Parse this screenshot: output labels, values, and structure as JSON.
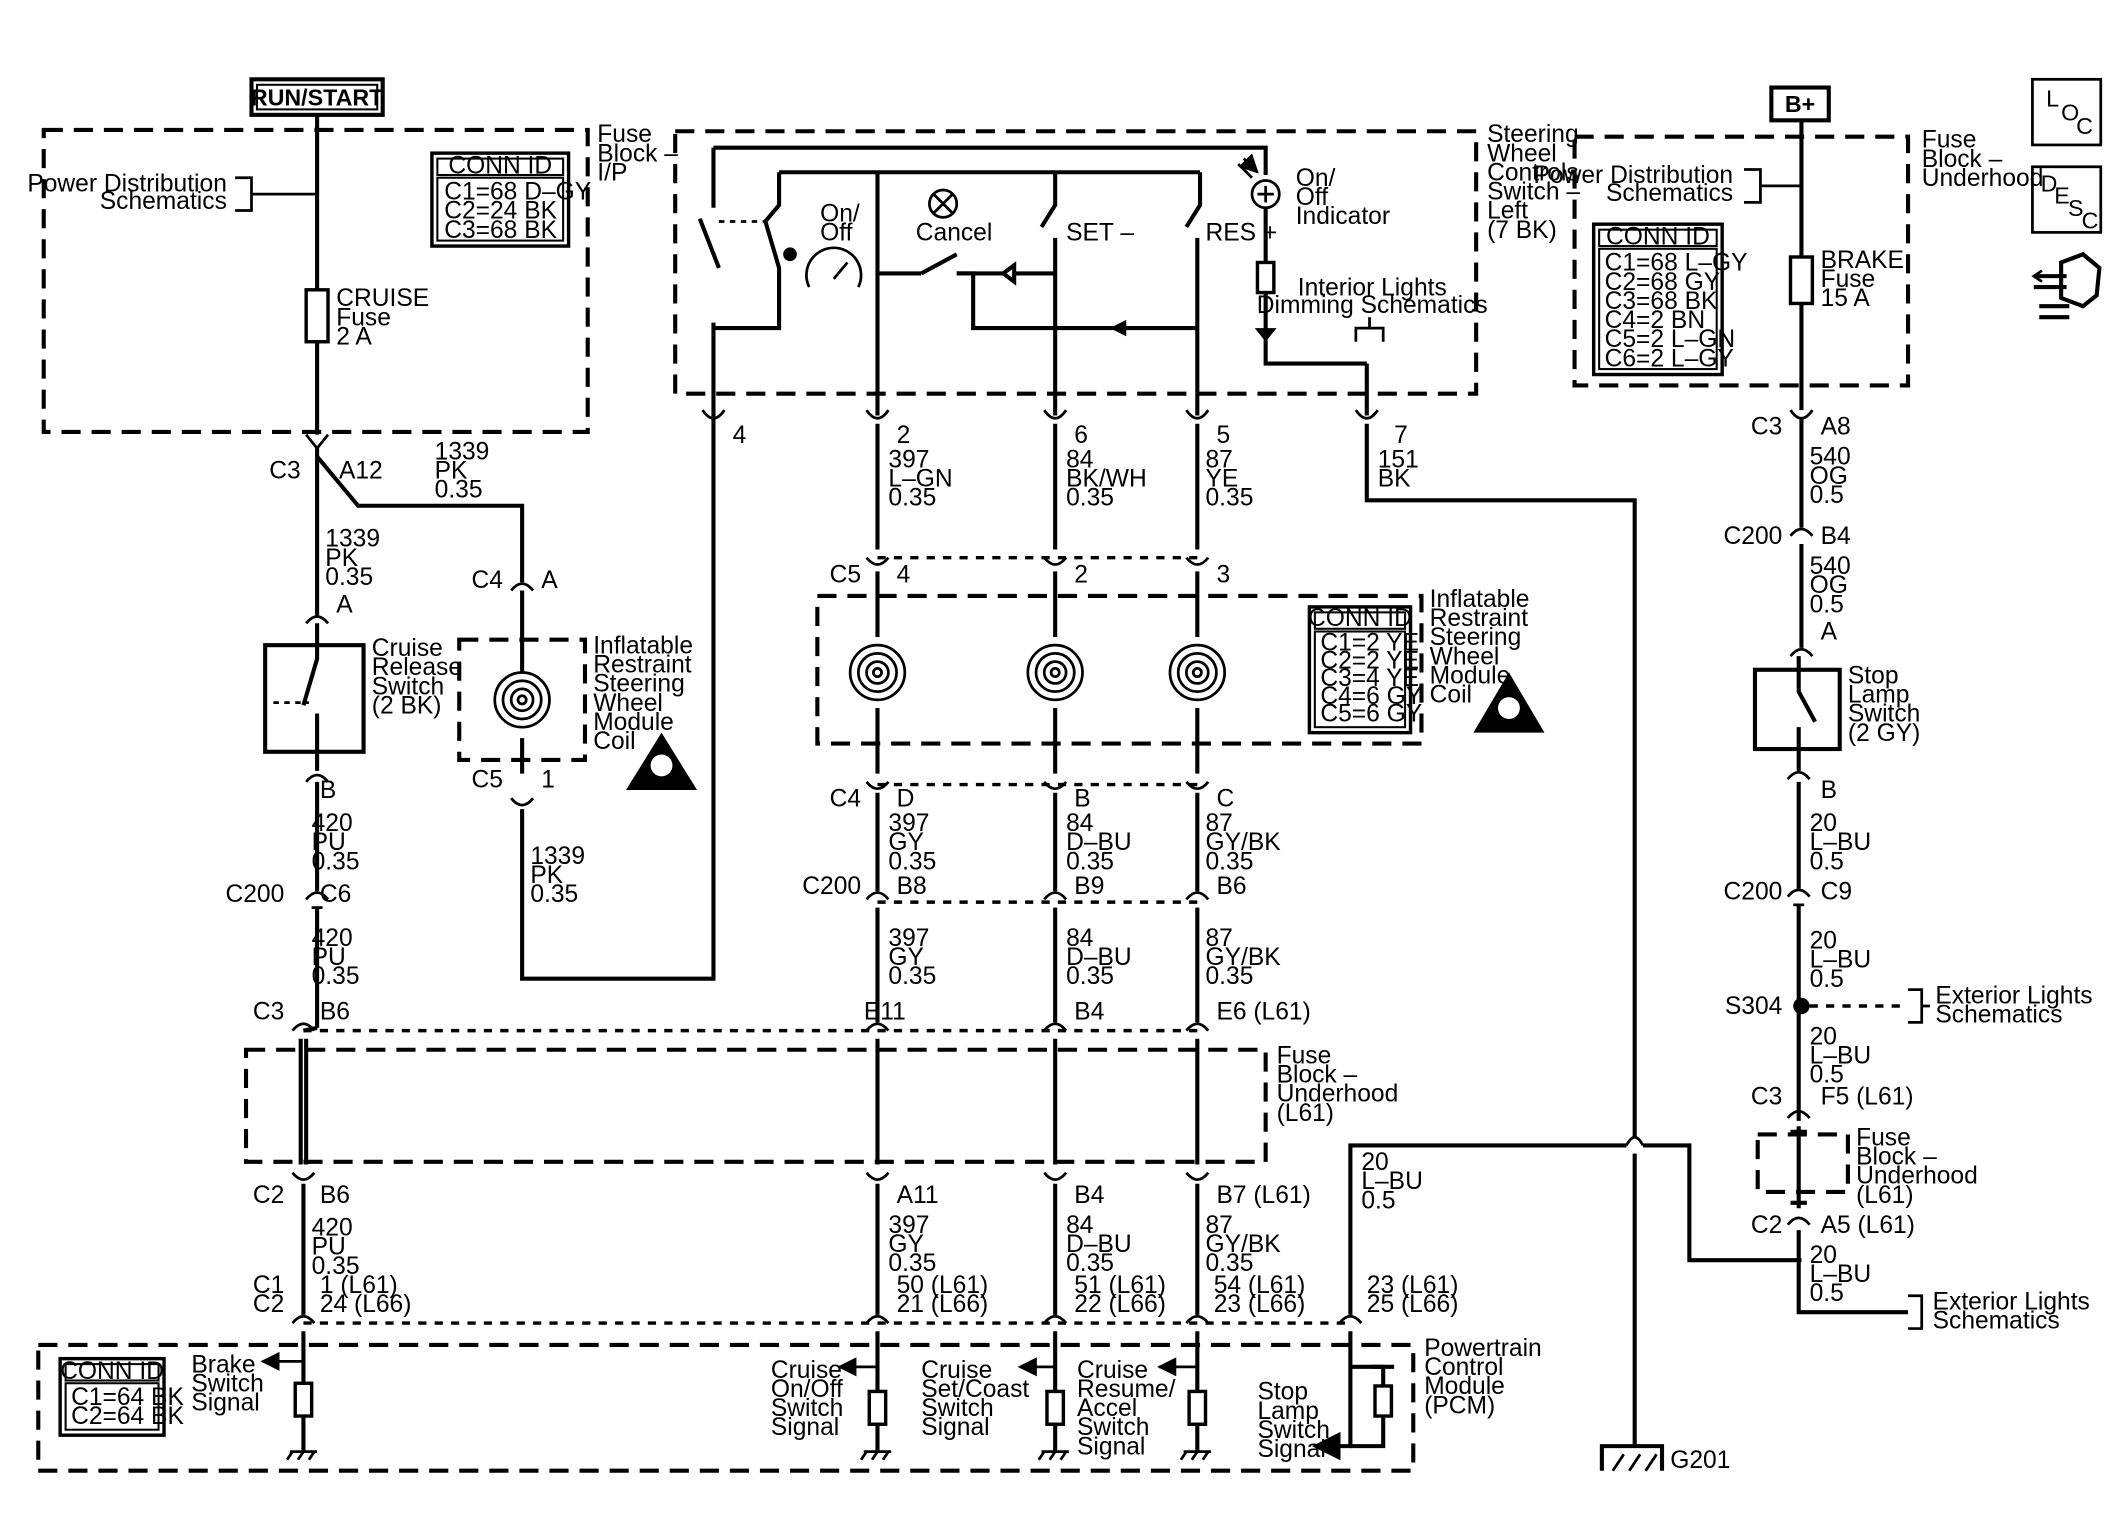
{
  "power": {
    "run_start": "RUN/START",
    "b_plus": "B+"
  },
  "icons": {
    "loc": [
      "L",
      "O",
      "C"
    ],
    "desc": [
      "D",
      "E",
      "S",
      "C"
    ]
  },
  "fuse_block_ip": {
    "line1": "Fuse",
    "line2": "Block –",
    "line3": "I/P"
  },
  "fuse_block_underhood_top": {
    "line1": "Fuse",
    "line2": "Block –",
    "line3": "Underhood"
  },
  "power_distribution": {
    "line1": "Power Distribution",
    "line2": "Schematics"
  },
  "conn_ip": {
    "title": "CONN ID",
    "rows": [
      "C1=68 D–GY",
      "C2=24 BK",
      "C3=68 BK"
    ]
  },
  "conn_underhood": {
    "title": "CONN ID",
    "rows": [
      "C1=68 L–GY",
      "C2=68 GY",
      "C3=68 BK",
      "C4=2 BN",
      "C5=2 L–GN",
      "C6=2 L–GY"
    ]
  },
  "conn_coil": {
    "title": "CONN ID",
    "rows": [
      "C1=2 YE",
      "C2=2 YE",
      "C3=4 YE",
      "C4=6 GY",
      "C5=6 GY"
    ]
  },
  "conn_pcm": {
    "title": "CONN ID",
    "rows": [
      "C1=64 BK",
      "C2=64 BK"
    ]
  },
  "cruise_fuse": {
    "line1": "CRUISE",
    "line2": "Fuse",
    "line3": "2 A"
  },
  "brake_fuse": {
    "line1": "BRAKE",
    "line2": "Fuse",
    "line3": "15 A"
  },
  "steering_switch": {
    "line1": "Steering",
    "line2": "Wheel",
    "line3": "Controls",
    "line4": "Switch –",
    "line5": "Left",
    "line6": "(7 BK)"
  },
  "switch_labels": {
    "onoff1": "On/",
    "onoff2": "Off",
    "cancel": "Cancel",
    "set": "SET –",
    "res": "RES +",
    "ind1": "On/",
    "ind2": "Off",
    "ind3": "Indicator",
    "dim1": "Interior Lights",
    "dim2": "Dimming Schematics"
  },
  "pins": {
    "p4": "4",
    "p2": "2",
    "p6": "6",
    "p5": "5",
    "p7": "7"
  },
  "wires": {
    "w397lgn": [
      "397",
      "L–GN",
      "0.35"
    ],
    "w84bkwh": [
      "84",
      "BK/WH",
      "0.35"
    ],
    "w87ye": [
      "87",
      "YE",
      "0.35"
    ],
    "w151bk": [
      "151",
      "BK"
    ],
    "w1339a": [
      "1339",
      "PK",
      "0.35"
    ],
    "w1339b": [
      "1339",
      "PK",
      "0.35"
    ],
    "w1339c": [
      "1339",
      "PK",
      "0.35"
    ],
    "w420a": [
      "420",
      "PU",
      "0.35"
    ],
    "w420b": [
      "420",
      "PU",
      "0.35"
    ],
    "w420c": [
      "420",
      "PU",
      "0.35"
    ],
    "w397gy1": [
      "397",
      "GY",
      "0.35"
    ],
    "w397gy2": [
      "397",
      "GY",
      "0.35"
    ],
    "w397gy3": [
      "397",
      "GY",
      "0.35"
    ],
    "w84dbu1": [
      "84",
      "D–BU",
      "0.35"
    ],
    "w84dbu2": [
      "84",
      "D–BU",
      "0.35"
    ],
    "w84dbu3": [
      "84",
      "D–BU",
      "0.35"
    ],
    "w87gybk1": [
      "87",
      "GY/BK",
      "0.35"
    ],
    "w87gybk2": [
      "87",
      "GY/BK",
      "0.35"
    ],
    "w87gybk3": [
      "87",
      "GY/BK",
      "0.35"
    ],
    "w540a": [
      "540",
      "OG",
      "0.5"
    ],
    "w540b": [
      "540",
      "OG",
      "0.5"
    ],
    "w20a": [
      "20",
      "L–BU",
      "0.5"
    ],
    "w20b": [
      "20",
      "L–BU",
      "0.5"
    ],
    "w20c": [
      "20",
      "L–BU",
      "0.5"
    ],
    "w20d": [
      "20",
      "L–BU",
      "0.5"
    ],
    "w20e": [
      "20",
      "L–BU",
      "0.5"
    ]
  },
  "connectors": {
    "c3a12": [
      "C3",
      "A12"
    ],
    "c4a": [
      "C4",
      "A"
    ],
    "c5_1": [
      "C5",
      "1"
    ],
    "sw_a": "A",
    "sw_b": "B",
    "c200c6": [
      "C200",
      "C6"
    ],
    "c3b6": [
      "C3",
      "B6"
    ],
    "c2b6": [
      "C2",
      "B6"
    ],
    "c1c2": [
      "C1",
      "C2"
    ],
    "pcm1": [
      "1 (L61)",
      "24 (L66)"
    ],
    "c5row": [
      "C5",
      "4",
      "2",
      "3"
    ],
    "c4row": [
      "C4",
      "D",
      "B",
      "C"
    ],
    "c200row": [
      "C200",
      "B8",
      "B9",
      "B6"
    ],
    "e11": "E11",
    "b4": "B4",
    "e6": "E6 (L61)",
    "a11": "A11",
    "b4b": "B4",
    "b7": "B7 (L61)",
    "pcm50": [
      "50 (L61)",
      "21 (L66)"
    ],
    "pcm51": [
      "51 (L61)",
      "22 (L66)"
    ],
    "pcm54": [
      "54 (L61)",
      "23 (L66)"
    ],
    "pcm23": [
      "23 (L61)",
      "25 (L66)"
    ],
    "c3a8": [
      "C3",
      "A8"
    ],
    "c200b4": [
      "C200",
      "B4"
    ],
    "lamp_a": "A",
    "lamp_b": "B",
    "c200c9": [
      "C200",
      "C9"
    ],
    "s304": "S304",
    "c3f5": [
      "C3",
      "F5 (L61)"
    ],
    "c2a5": [
      "C2",
      "A5 (L61)"
    ],
    "g201": "G201"
  },
  "components": {
    "cruise_release": [
      "Cruise",
      "Release",
      "Switch",
      "(2 BK)"
    ],
    "coil_left": [
      "Inflatable",
      "Restraint",
      "Steering",
      "Wheel",
      "Module",
      "Coil"
    ],
    "coil_right": [
      "Inflatable",
      "Restraint",
      "Steering",
      "Wheel",
      "Module",
      "Coil"
    ],
    "fuse_block_mid": [
      "Fuse",
      "Block –",
      "Underhood",
      "(L61)"
    ],
    "fuse_block_right": [
      "Fuse",
      "Block –",
      "Underhood",
      "(L61)"
    ],
    "stop_lamp": [
      "Stop",
      "Lamp",
      "Switch",
      "(2 GY)"
    ],
    "ext_lights1": [
      "Exterior Lights",
      "Schematics"
    ],
    "ext_lights2": [
      "Exterior Lights",
      "Schematics"
    ],
    "pcm": [
      "Powertrain",
      "Control",
      "Module",
      "(PCM)"
    ],
    "brake_signal": [
      "Brake",
      "Switch",
      "Signal"
    ],
    "cruise_onoff": [
      "Cruise",
      "On/Off",
      "Switch",
      "Signal"
    ],
    "cruise_set": [
      "Cruise",
      "Set/Coast",
      "Switch",
      "Signal"
    ],
    "cruise_resume": [
      "Cruise",
      "Resume/",
      "Accel",
      "Switch",
      "Signal"
    ],
    "stop_signal": [
      "Stop",
      "Lamp",
      "Switch",
      "Signal"
    ]
  }
}
